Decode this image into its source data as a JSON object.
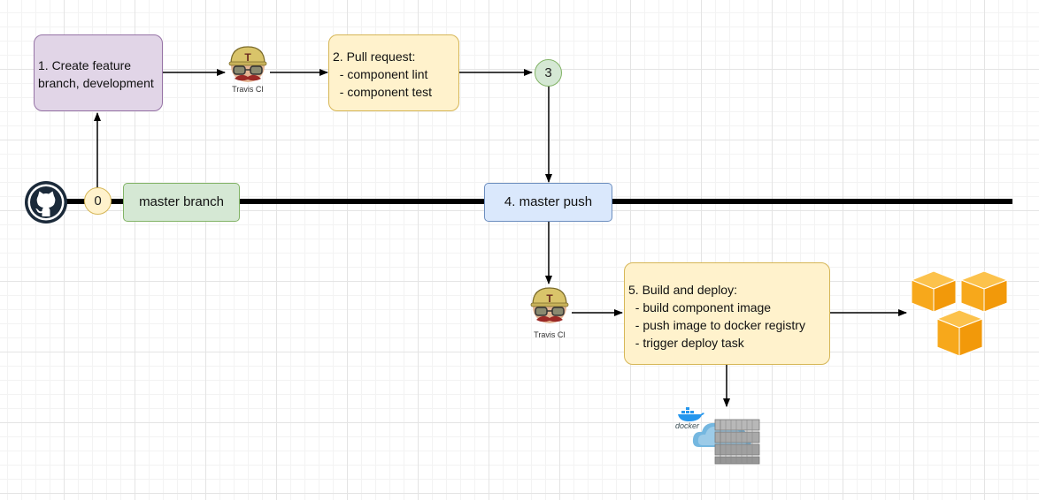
{
  "steps": {
    "step1": {
      "lines": [
        "1. Create feature",
        "branch, development"
      ]
    },
    "step2": {
      "lines": [
        "2. Pull request:",
        "  - component lint",
        "  - component test"
      ]
    },
    "step3": {
      "label": "3"
    },
    "step0": {
      "label": "0"
    },
    "master_branch": {
      "label": "master branch"
    },
    "step4": {
      "label": "4. master push"
    },
    "step5": {
      "lines": [
        "5. Build and deploy:",
        "  - build component image",
        "  - push image to docker registry",
        "  - trigger deploy task"
      ]
    }
  },
  "icons": {
    "travis_top": {
      "name": "travis-ci-icon",
      "label": "Travis CI"
    },
    "travis_bottom": {
      "name": "travis-ci-icon",
      "label": "Travis CI"
    },
    "github": {
      "name": "github-icon"
    },
    "docker": {
      "name": "docker-registry-icon",
      "label": "docker"
    },
    "aws": {
      "name": "aws-icon"
    }
  },
  "colors": {
    "purple_fill": "#e1d5e7",
    "purple_stroke": "#9673a6",
    "yellow_fill": "#fff2cc",
    "yellow_stroke": "#d6b656",
    "green_fill": "#d5e8d4",
    "green_stroke": "#82b366",
    "blue_fill": "#dae8fc",
    "blue_stroke": "#6c8ebf",
    "aws_orange": "#f7a81b",
    "github_dark": "#1b2a3a",
    "docker_blue": "#2496ed"
  }
}
